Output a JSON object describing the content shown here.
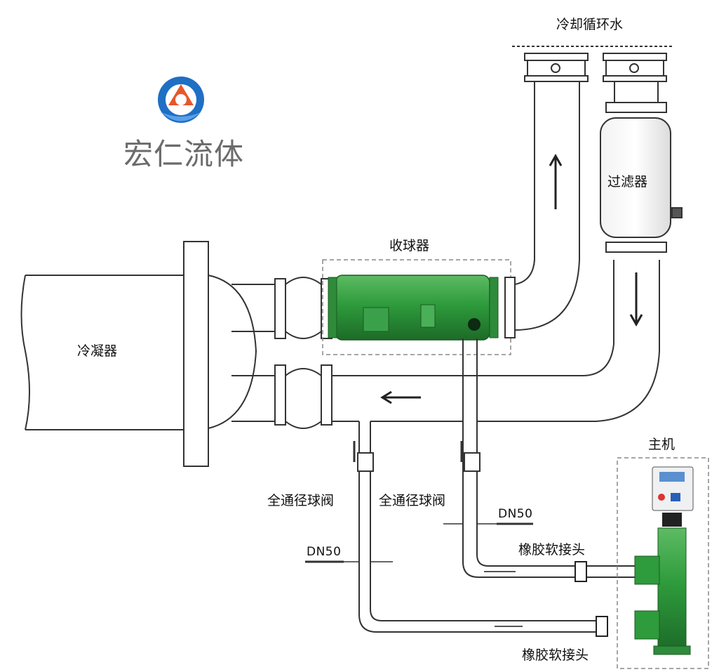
{
  "brand": {
    "name": "宏仁流体"
  },
  "labels": {
    "cooling_water": "冷却循环水",
    "filter": "过滤器",
    "ball_collector": "收球器",
    "condenser": "冷凝器",
    "main_unit": "主机",
    "ball_valve_left": "全通径球阀",
    "ball_valve_right": "全通径球阀",
    "dn_right": "DN50",
    "dn_left": "DN50",
    "rubber_joint_upper": "橡胶软接头",
    "rubber_joint_lower": "橡胶软接头"
  },
  "colors": {
    "line": "#333333",
    "equipment_green": "#2e8b3a",
    "logo_blue": "#1f6fc4",
    "logo_orange": "#e8572a"
  }
}
